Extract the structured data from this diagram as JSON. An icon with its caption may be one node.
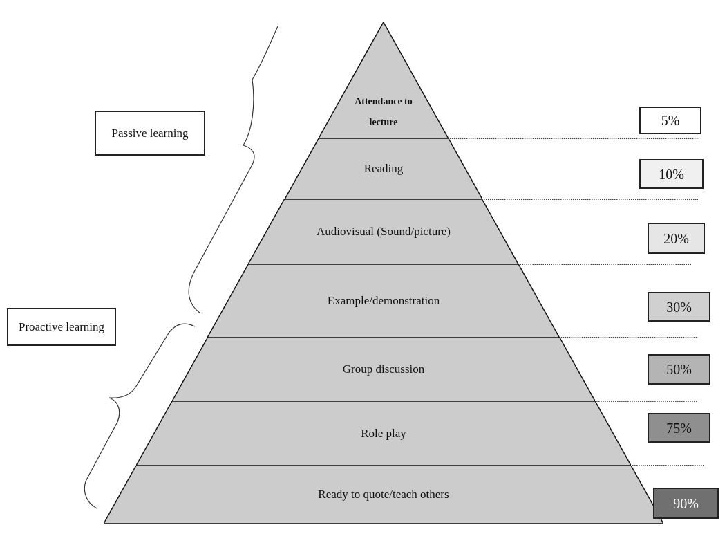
{
  "diagram": {
    "nodes": [
      {
        "text": [
          "Attendance to lecture"
        ]
      },
      {
        "text": [
          "Reading"
        ]
      },
      {
        "text": [
          "Audiovisual (Sound/picture)"
        ]
      },
      {
        "text": [
          "Example/demonstration"
        ]
      },
      {
        "text": [
          "Group discussion"
        ]
      },
      {
        "text": [
          "Role play"
        ]
      },
      {
        "text": [
          "Ready to quote/teach others"
        ]
      },
      {
        "text": [
          "5%"
        ]
      },
      {
        "text": [
          "10%"
        ]
      },
      {
        "text": [
          "20%"
        ]
      },
      {
        "text": [
          "30%"
        ]
      },
      {
        "text": [
          "50%"
        ]
      },
      {
        "text": [
          "75%"
        ]
      },
      {
        "text": [
          "90%"
        ]
      },
      {
        "text": [
          "Passive learning"
        ]
      },
      {
        "text": [
          "Proactive learning"
        ]
      }
    ]
  }
}
